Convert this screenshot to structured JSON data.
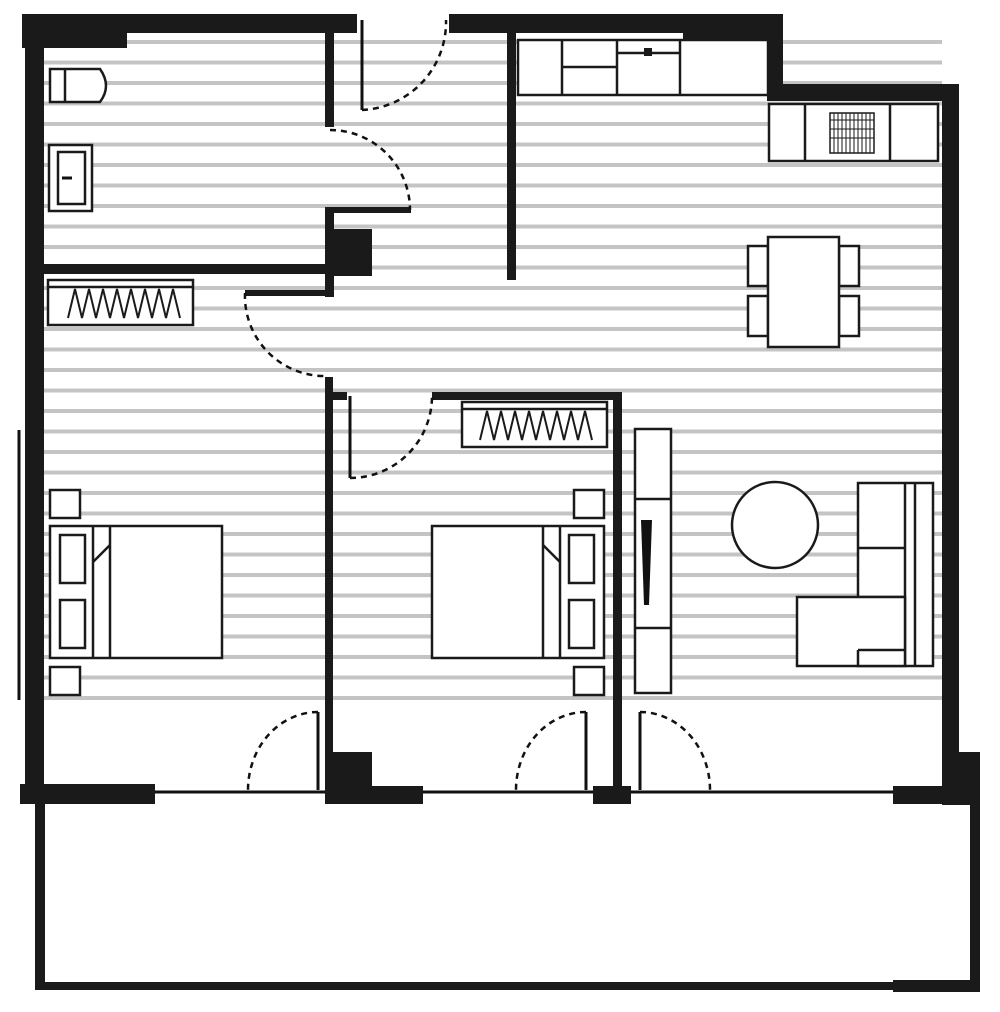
{
  "plan": {
    "colors": {
      "wall": "#1a1a1a",
      "floor_hatch": "#c4c4c4",
      "background": "#ffffff"
    },
    "rooms": [
      "bathroom",
      "entrance-hall",
      "kitchen-living",
      "bedroom-1",
      "bedroom-2",
      "balcony"
    ],
    "furniture": [
      "toilet",
      "sink",
      "kitchen-counter",
      "kitchen-counter-with-hob",
      "dining-table",
      "chair",
      "wardrobe",
      "double-bed",
      "nightstand",
      "tv-unit",
      "round-coffee-table",
      "corner-sofa"
    ]
  }
}
